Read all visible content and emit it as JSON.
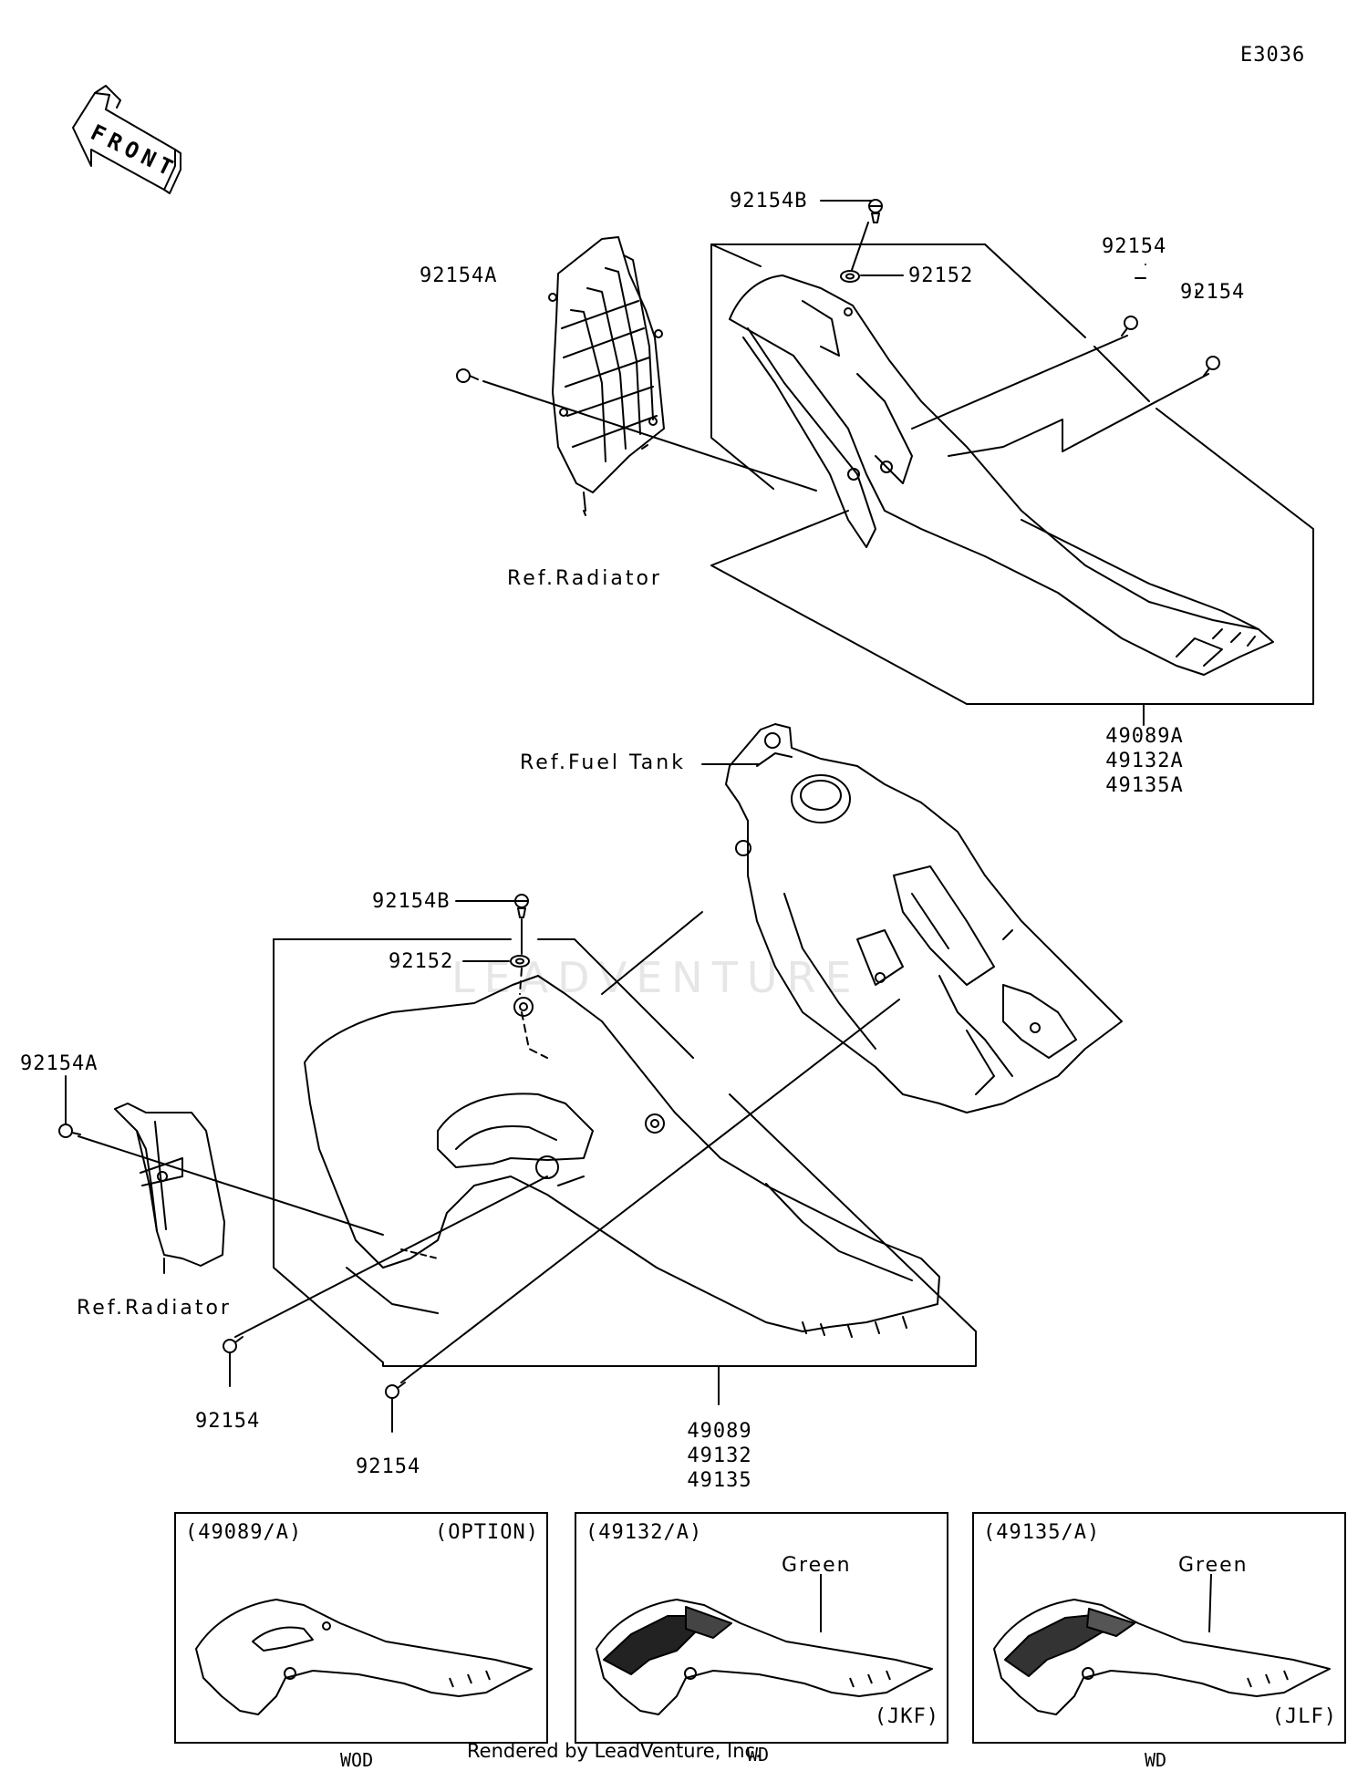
{
  "diagram_code": "E3036",
  "front_label": "FRONT",
  "watermark": "LEADVENTURE",
  "upper": {
    "bolt_b": "92154B",
    "washer": "92152",
    "bolt_a": "92154A",
    "bolt_1": "92154",
    "bolt_2": "92154",
    "ref_radiator": "Ref.Radiator",
    "parts": [
      "49089A",
      "49132A",
      "49135A"
    ]
  },
  "lower": {
    "ref_fuel_tank": "Ref.Fuel Tank",
    "bolt_b": "92154B",
    "washer": "92152",
    "bolt_a": "92154A",
    "ref_radiator": "Ref.Radiator",
    "bolt_1": "92154",
    "bolt_2": "92154",
    "parts": [
      "49089",
      "49132",
      "49135"
    ]
  },
  "variants": [
    {
      "code": "(49089/A)",
      "note": "(OPTION)",
      "color_label": "",
      "model": "",
      "footer": "WOD"
    },
    {
      "code": "(49132/A)",
      "note": "",
      "color_label": "Green",
      "model": "(JKF)",
      "footer": "WD"
    },
    {
      "code": "(49135/A)",
      "note": "",
      "color_label": "Green",
      "model": "(JLF)",
      "footer": "WD"
    }
  ],
  "credit": "Rendered by LeadVenture, Inc.",
  "colors": {
    "line": "#000000",
    "background": "#ffffff",
    "watermark": "#e6e6e6"
  }
}
